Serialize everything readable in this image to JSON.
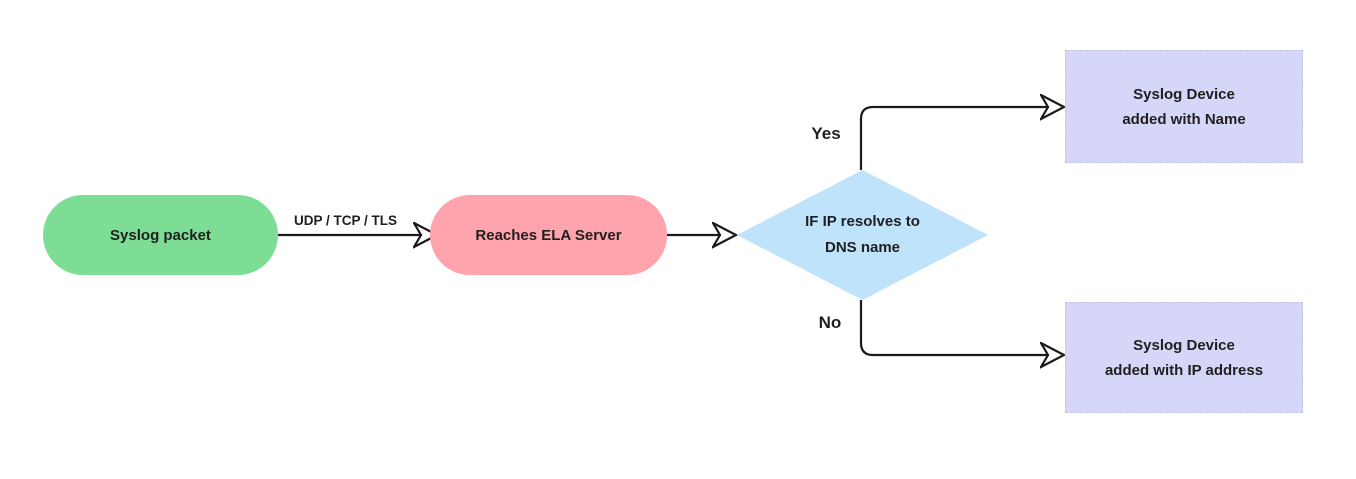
{
  "diagram": {
    "nodes": {
      "start": {
        "label": "Syslog packet"
      },
      "server": {
        "label": "Reaches ELA Server"
      },
      "decision": {
        "lines": [
          "IF IP resolves to",
          "DNS name"
        ]
      },
      "outcome_yes": {
        "lines": [
          "Syslog Device",
          "added with Name"
        ]
      },
      "outcome_no": {
        "lines": [
          "Syslog Device",
          "added with IP address"
        ]
      }
    },
    "edges": {
      "transport": {
        "label": "UDP / TCP / TLS"
      },
      "yes": {
        "label": "Yes"
      },
      "no": {
        "label": "No"
      }
    },
    "colors": {
      "start_fill": "#7edd94",
      "server_fill": "#ffa3ac",
      "decision_fill": "#bfe3fb",
      "outcome_fill": "#d6d6f8",
      "outcome_border": "#c3c3ea",
      "line": "#1a1a1a",
      "text": "#1f1f1f"
    }
  }
}
